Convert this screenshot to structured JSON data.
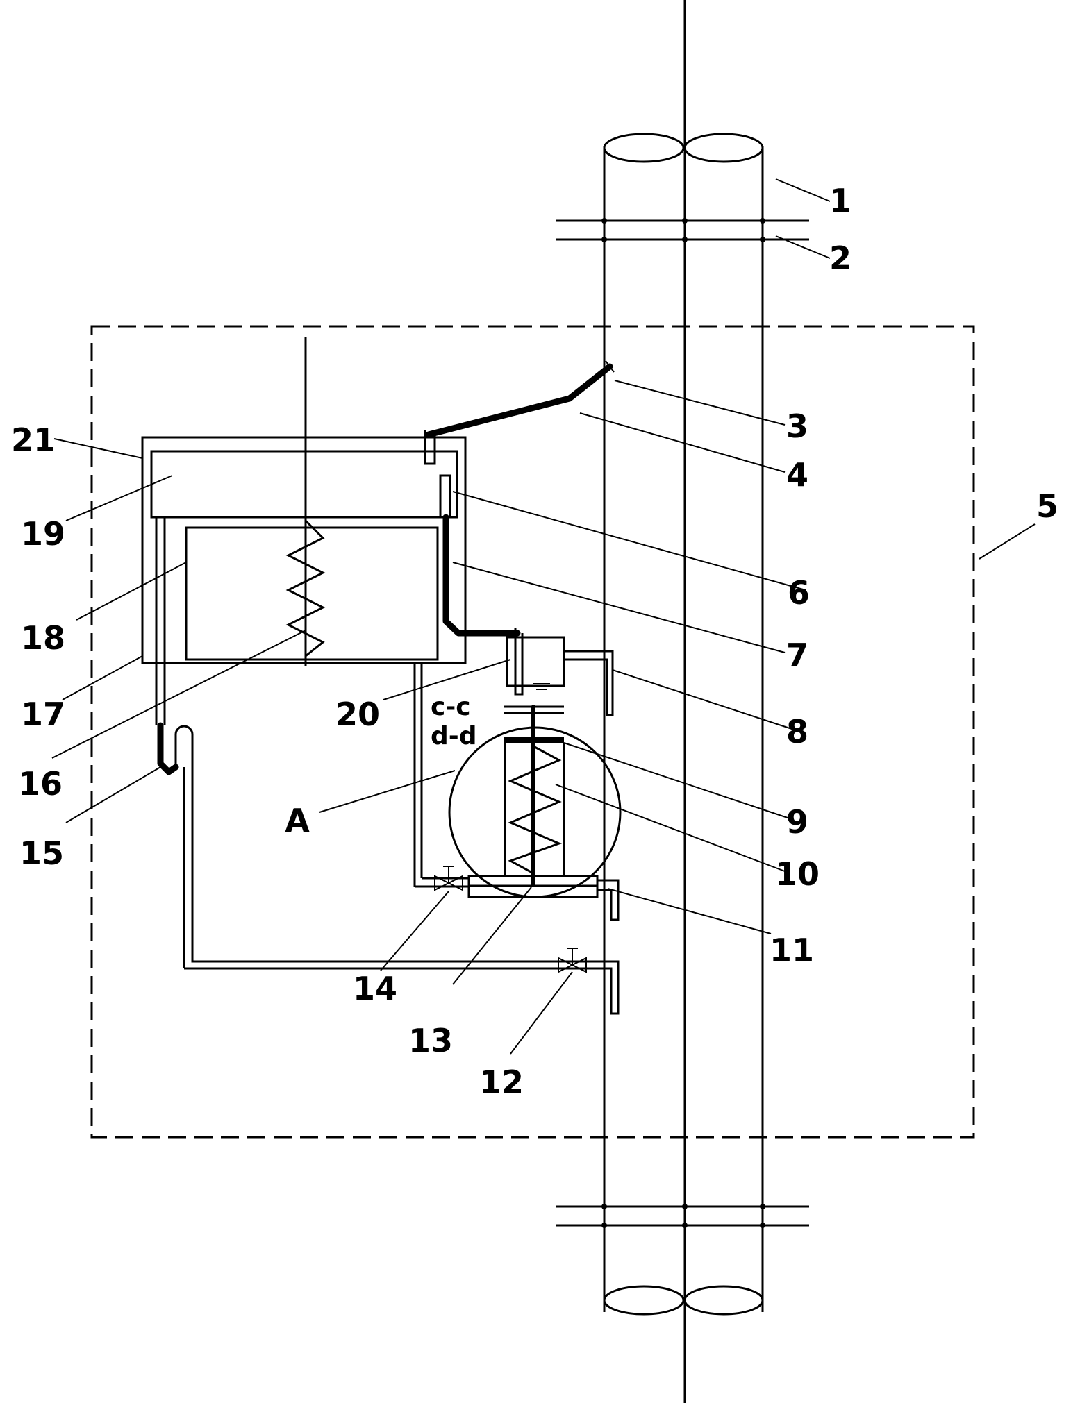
{
  "labels": [
    "1",
    "2",
    "3",
    "4",
    "5",
    "6",
    "7",
    "8",
    "9",
    "10",
    "11",
    "12",
    "13",
    "14",
    "15",
    "16",
    "17",
    "18",
    "19",
    "20",
    "21",
    "A"
  ],
  "section_labels": [
    "c-c",
    "d-d"
  ]
}
